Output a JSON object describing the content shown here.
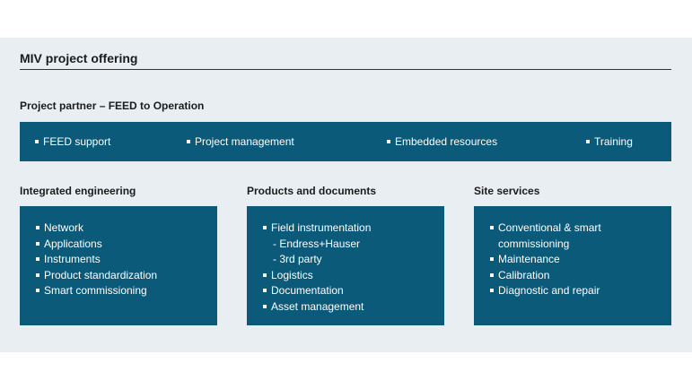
{
  "title": "MIV project offering",
  "partner": {
    "heading": "Project partner – FEED to Operation",
    "items": [
      "FEED support",
      "Project management",
      "Embedded resources",
      "Training"
    ]
  },
  "columns": [
    {
      "heading": "Integrated engineering",
      "items": [
        "Network",
        "Applications",
        "Instruments",
        "Product standardization",
        "Smart commissioning"
      ]
    },
    {
      "heading": "Products and documents",
      "items": [
        "Field instrumentation",
        "- Endress+Hauser",
        "- 3rd party",
        "Logistics",
        "Documentation",
        "Asset management"
      ]
    },
    {
      "heading": "Site services",
      "items": [
        "Conventional & smart",
        "commissioning",
        "Maintenance",
        "Calibration",
        "Diagnostic and repair"
      ]
    }
  ]
}
